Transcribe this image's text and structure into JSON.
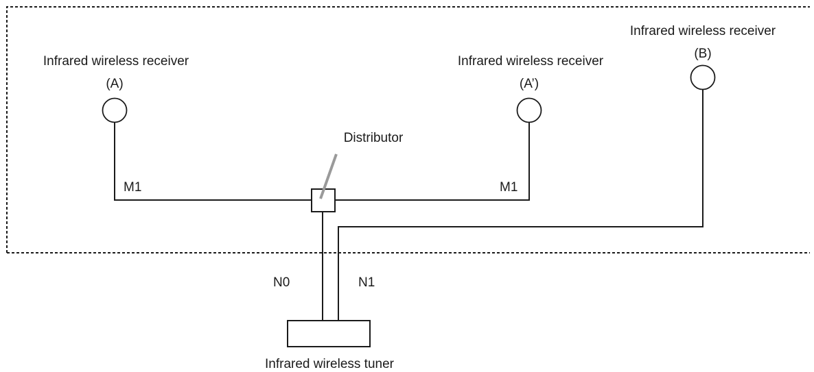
{
  "receiver_a": {
    "title": "Infrared wireless receiver",
    "tag": "(A)"
  },
  "receiver_a_prime": {
    "title": "Infrared wireless receiver",
    "tag": "(A’)"
  },
  "receiver_b": {
    "title": "Infrared wireless receiver",
    "tag": "(B)"
  },
  "distributor": {
    "label": "Distributor"
  },
  "cables": {
    "left_branch": "M1",
    "right_branch": "M1",
    "tuner_left": "N0",
    "tuner_right": "N1"
  },
  "tuner": {
    "label": "Infrared wireless tuner"
  },
  "colors": {
    "line": "#1a1a1a",
    "pointer": "#9a9a9a",
    "background": "#ffffff"
  }
}
